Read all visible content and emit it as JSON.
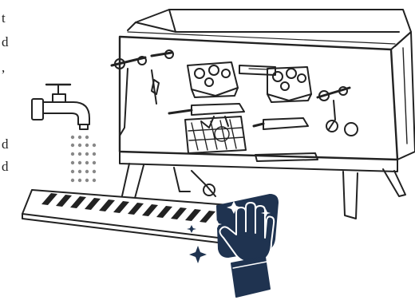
{
  "left_text_fragments": [
    "t",
    "d",
    ",",
    "d",
    "d"
  ],
  "colors": {
    "line": "#222222",
    "fill_light": "#ffffff",
    "glove": "#1f3350",
    "accent": "#2a3f5f"
  },
  "icons": [
    "faucet-icon",
    "water-drops-icon",
    "glove-hand-icon",
    "sparkle-icon",
    "espresso-machine-illustration",
    "drip-tray-illustration"
  ]
}
